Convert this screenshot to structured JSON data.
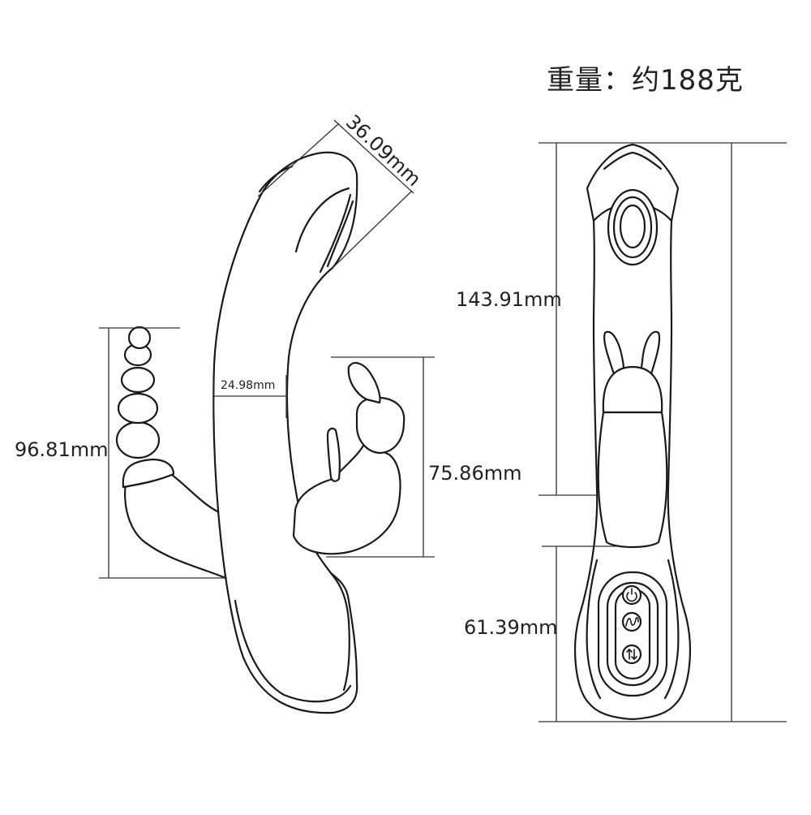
{
  "title": "重量：约188克",
  "dimensions": {
    "tip_width": "36.09mm",
    "shaft_width": "24.98mm",
    "beads_length": "96.81mm",
    "rabbit_length": "75.86mm",
    "total_length": "143.91mm",
    "handle_length": "61.39mm"
  },
  "panel_icons": [
    "power-icon",
    "wave-icon",
    "arrows-icon"
  ]
}
